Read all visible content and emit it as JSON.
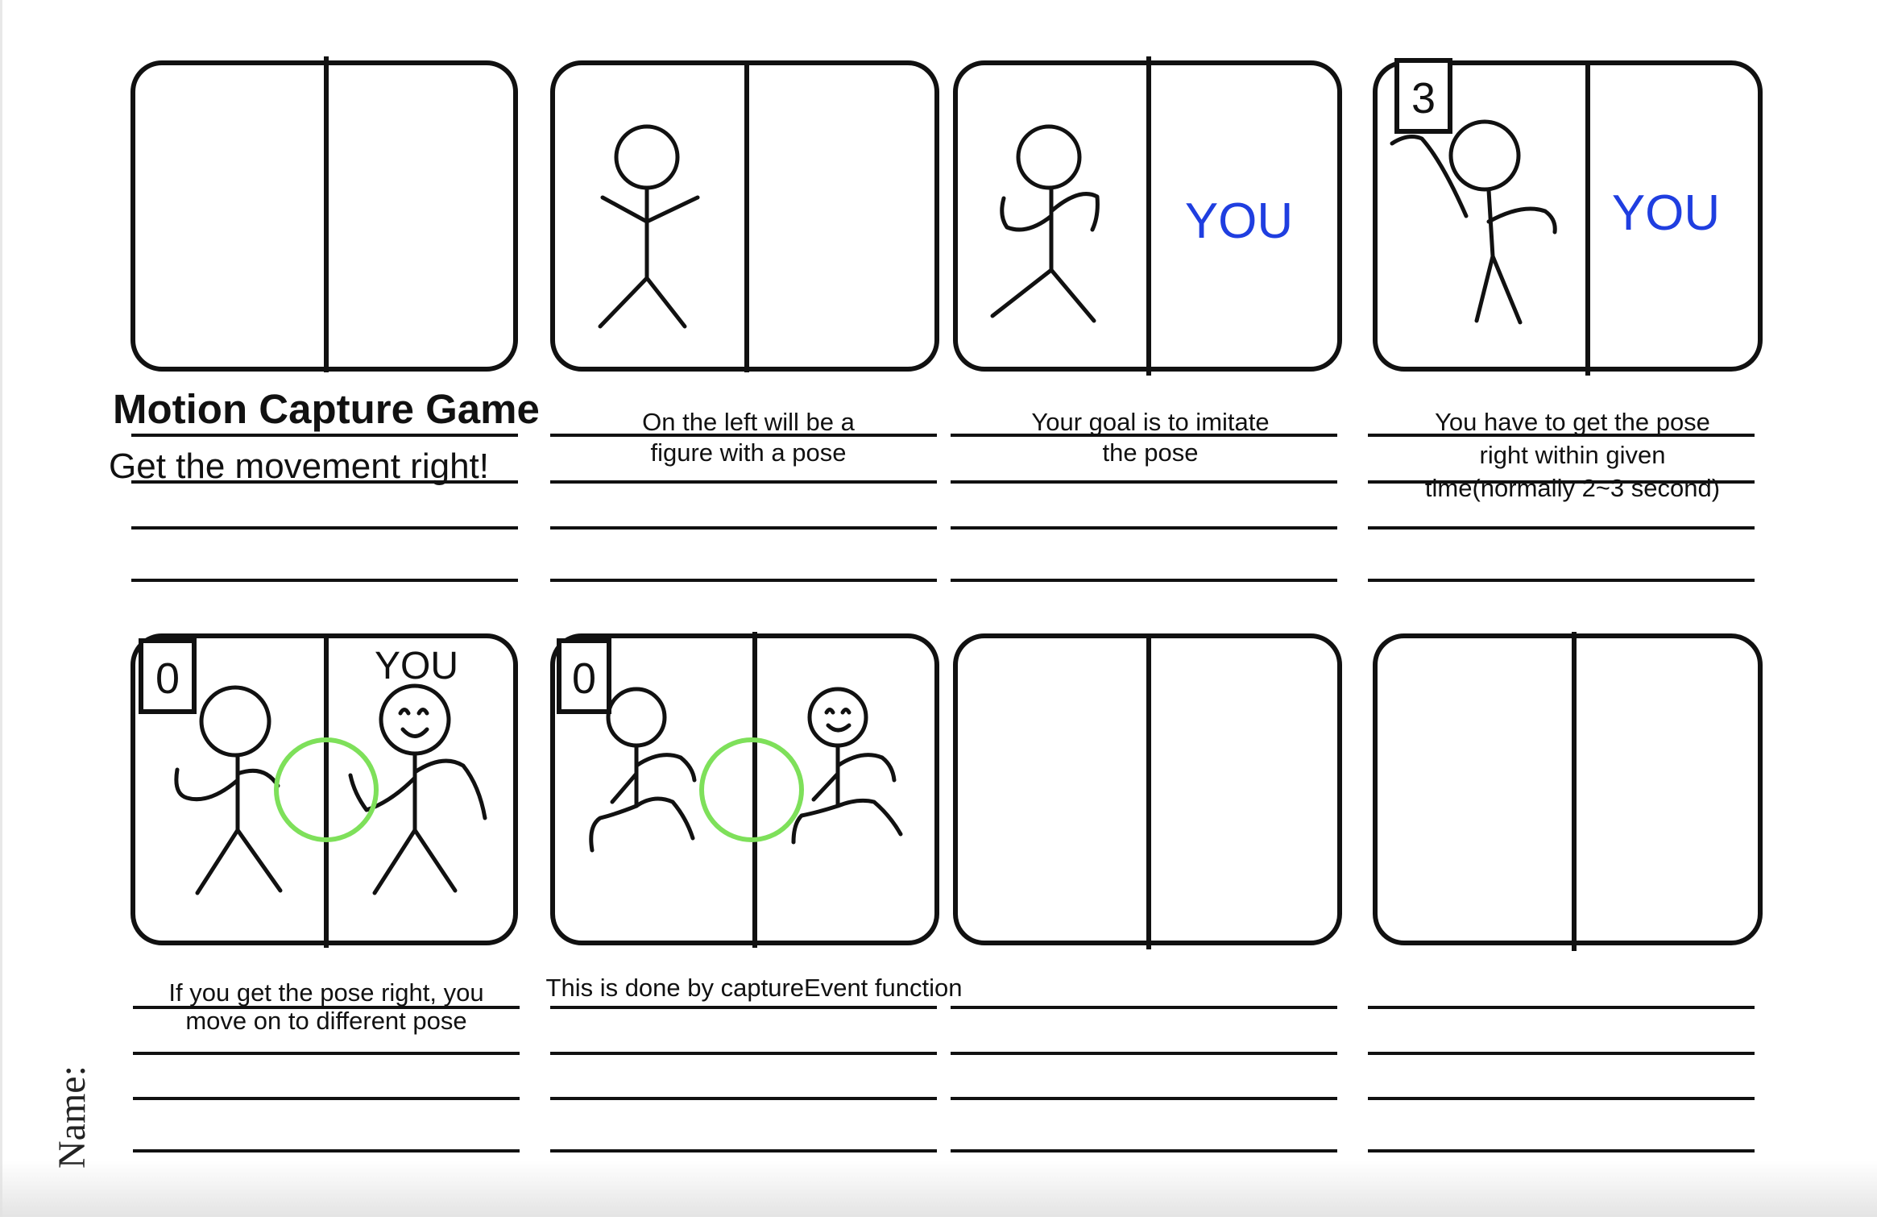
{
  "sheet": {
    "title": "Motion Capture Game",
    "subtitle": "Get the movement right!",
    "name_label": "Name:"
  },
  "panels": [
    {
      "index": 1,
      "right_label": "",
      "counter": "",
      "caption": [
        "",
        ""
      ]
    },
    {
      "index": 2,
      "right_label": "",
      "counter": "",
      "caption": [
        "On the left will be a",
        "figure with a pose"
      ]
    },
    {
      "index": 3,
      "right_label": "YOU",
      "counter": "",
      "caption": [
        "Your goal is to imitate",
        "the pose"
      ]
    },
    {
      "index": 4,
      "right_label": "YOU",
      "counter": "3",
      "caption": [
        "You have to get the pose",
        "right within given",
        "time(normally 2~3 second)"
      ]
    },
    {
      "index": 5,
      "right_label": "YOU",
      "counter": "0",
      "caption": [
        "If you get the pose right, you",
        "move on to different pose"
      ]
    },
    {
      "index": 6,
      "right_label": "",
      "counter": "0",
      "caption": [
        "This is done by captureEvent function"
      ]
    },
    {
      "index": 7,
      "right_label": "",
      "counter": "",
      "caption": []
    },
    {
      "index": 8,
      "right_label": "",
      "counter": "",
      "caption": []
    }
  ],
  "colors": {
    "ink": "#111111",
    "you_label": "#1f3ee0",
    "match_circle": "#7ee05a"
  }
}
